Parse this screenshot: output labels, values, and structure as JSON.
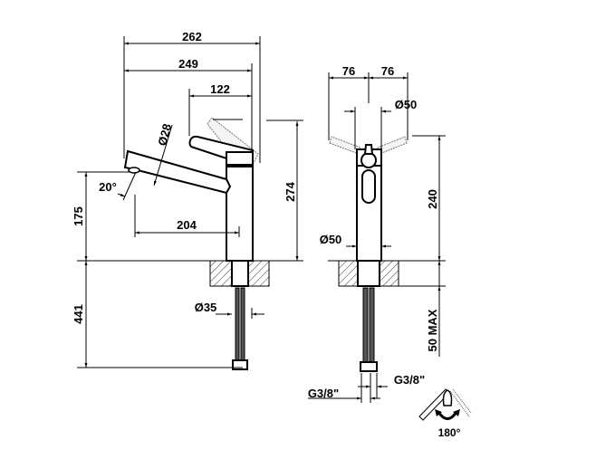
{
  "side_view": {
    "dim_overall_length": "262",
    "dim_spout_length": "249",
    "dim_lever_length": "122",
    "dim_spout_diameter": "Ø28",
    "dim_spout_angle": "20°",
    "dim_spout_reach": "204",
    "dim_spout_height": "175",
    "dim_total_height": "274",
    "dim_below_deck": "441",
    "dim_shank_diameter": "Ø35"
  },
  "front_view": {
    "dim_lever_left": "76",
    "dim_lever_right": "76",
    "dim_top_diameter": "Ø50",
    "dim_body_height": "240",
    "dim_body_diameter": "Ø50",
    "dim_deck_thickness": "50 MAX",
    "dim_connection_left": "G3/8\"",
    "dim_connection_right": "G3/8\""
  },
  "rotation_icon": {
    "label": "180°"
  }
}
